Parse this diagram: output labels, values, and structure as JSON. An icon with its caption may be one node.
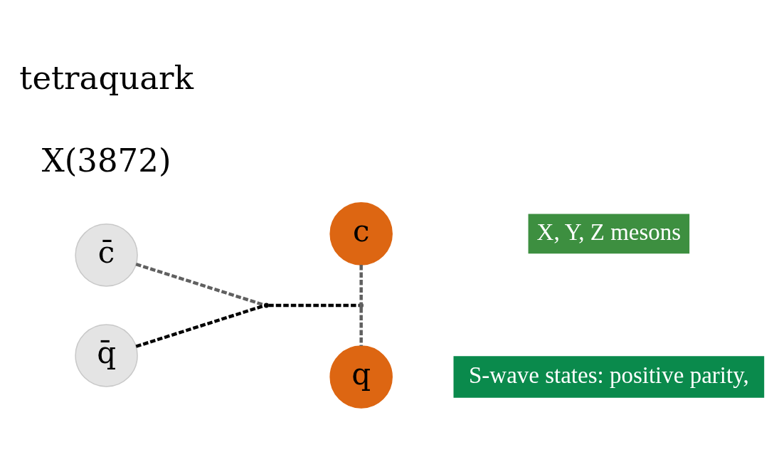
{
  "diagram": {
    "nodes": [
      {
        "text": [
          "c̄"
        ]
      },
      {
        "text": [
          "c"
        ]
      },
      {
        "text": [
          "X, Y, Z mesons"
        ]
      },
      {
        "text": [],
        "shape": "point"
      },
      {
        "text": [],
        "shape": "point"
      },
      {
        "text": [
          "q"
        ]
      },
      {
        "text": [
          "q̄"
        ]
      },
      {
        "text": [
          "S-wave states: positive parity,"
        ]
      }
    ],
    "edges": [
      {
        "from": 0,
        "to": 3,
        "arrow": "none",
        "style": "dashed"
      },
      {
        "from": 6,
        "to": 3,
        "arrow": "none",
        "style": "dashed",
        "color": "#000000"
      },
      {
        "from": 3,
        "to": 4,
        "arrow": "none",
        "style": "dashed",
        "color": "#000000"
      },
      {
        "from": 1,
        "to": 4,
        "arrow": "none",
        "style": "dashed"
      },
      {
        "from": 4,
        "to": 5,
        "arrow": "none",
        "style": "dashed"
      }
    ],
    "labels": [
      "X(3872)",
      "tetraquark"
    ]
  }
}
